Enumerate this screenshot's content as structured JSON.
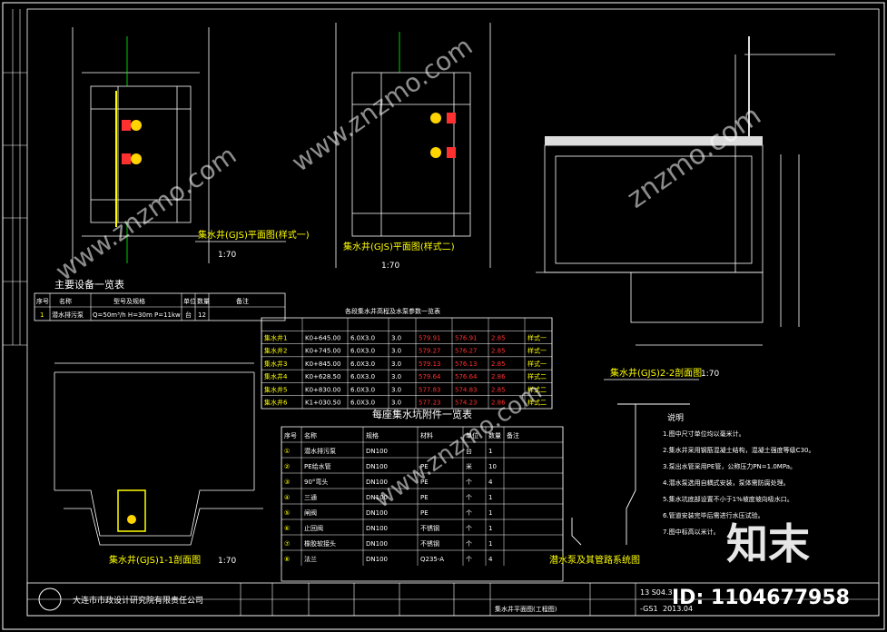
{
  "views": {
    "plan1_title": "集水井(GJS)平面图(样式一)",
    "plan1_scale": "1:70",
    "plan2_title": "集水井(GJS)平面图(样式二)",
    "plan2_scale": "1:70",
    "section22_title": "集水井(GJS)2-2剖面图",
    "section22_scale": "1:70",
    "section11_title": "集水井(GJS)1-1剖面图",
    "section11_scale": "1:70",
    "pipe_title": "潜水泵及其管路系统图"
  },
  "equipment_table": {
    "title": "主要设备一览表",
    "headers": [
      "序号",
      "名称",
      "型号及规格",
      "单位",
      "数量",
      "备注"
    ],
    "rows": [
      [
        "1",
        "潜水排污泵",
        "Q=50m³/h H=30m P=11kw",
        "台",
        "12",
        ""
      ]
    ]
  },
  "sump_table": {
    "title": "各段集水井高程及水泵参数一览表",
    "rows": [
      {
        "name": "集水井1",
        "mileage": "K0+645.00",
        "size": "6.0X3.0",
        "depth": "3.0",
        "a": "579.91",
        "b": "576.91",
        "c": "2.85",
        "type": "样式一"
      },
      {
        "name": "集水井2",
        "mileage": "K0+745.00",
        "size": "6.0X3.0",
        "depth": "3.0",
        "a": "579.27",
        "b": "576.27",
        "c": "2.85",
        "type": "样式一"
      },
      {
        "name": "集水井3",
        "mileage": "K0+845.00",
        "size": "6.0X3.0",
        "depth": "3.0",
        "a": "579.13",
        "b": "576.13",
        "c": "2.85",
        "type": "样式一"
      },
      {
        "name": "集水井4",
        "mileage": "K0+628.50",
        "size": "6.0X3.0",
        "depth": "3.0",
        "a": "579.64",
        "b": "576.64",
        "c": "2.86",
        "type": "样式二"
      },
      {
        "name": "集水井5",
        "mileage": "K0+830.00",
        "size": "6.0X3.0",
        "depth": "3.0",
        "a": "577.83",
        "b": "574.83",
        "c": "2.85",
        "type": "样式二"
      },
      {
        "name": "集水井6",
        "mileage": "K1+030.50",
        "size": "6.0X3.0",
        "depth": "3.0",
        "a": "577.23",
        "b": "574.23",
        "c": "2.86",
        "type": "样式二"
      }
    ]
  },
  "parts_table": {
    "title": "每座集水坑附件一览表",
    "headers": [
      "序号",
      "名称",
      "规格",
      "材料",
      "单位",
      "数量",
      "备注"
    ],
    "rows": [
      [
        "①",
        "潜水排污泵",
        "DN100",
        "",
        "台",
        "1",
        ""
      ],
      [
        "②",
        "PE给水管",
        "DN100",
        "PE",
        "米",
        "10",
        ""
      ],
      [
        "③",
        "90°弯头",
        "DN100",
        "PE",
        "个",
        "4",
        ""
      ],
      [
        "④",
        "三通",
        "DN100",
        "PE",
        "个",
        "1",
        ""
      ],
      [
        "⑤",
        "闸阀",
        "DN100",
        "PE",
        "个",
        "1",
        ""
      ],
      [
        "⑥",
        "止回阀",
        "DN100",
        "不锈钢",
        "个",
        "1",
        ""
      ],
      [
        "⑦",
        "橡胶软接头",
        "DN100",
        "不锈钢",
        "个",
        "1",
        ""
      ],
      [
        "⑧",
        "法兰",
        "DN100",
        "Q235-A",
        "个",
        "4",
        ""
      ]
    ]
  },
  "notes": {
    "title": "说明",
    "lines": [
      "1.图中尺寸单位均以毫米计。",
      "2.集水井采用钢筋混凝土结构，混凝土强度等级C30。",
      "3.泵出水管采用PE管，公称压力PN=1.0MPa。",
      "4.潜水泵选用自耦式安装，泵体需防腐处理。",
      "5.集水坑底部设置不小于1%坡度坡向吸水口。",
      "6.管道安装完毕后需进行水压试验。",
      "7.图中标高以米计。"
    ]
  },
  "title_block": {
    "company": "大连市市政设计研究院有限责任公司",
    "project_no": "13 S04.3",
    "drawing_no": "-GS1",
    "date": "2013.04",
    "sheet_name": "集水井平面图(工程图)"
  },
  "watermarks": [
    "www.znzmo.com",
    "www.znzmo.com",
    "znzmo.com",
    "www.znzmo.com"
  ],
  "brand": {
    "logo": "知末",
    "id": "ID: 1104677958"
  }
}
